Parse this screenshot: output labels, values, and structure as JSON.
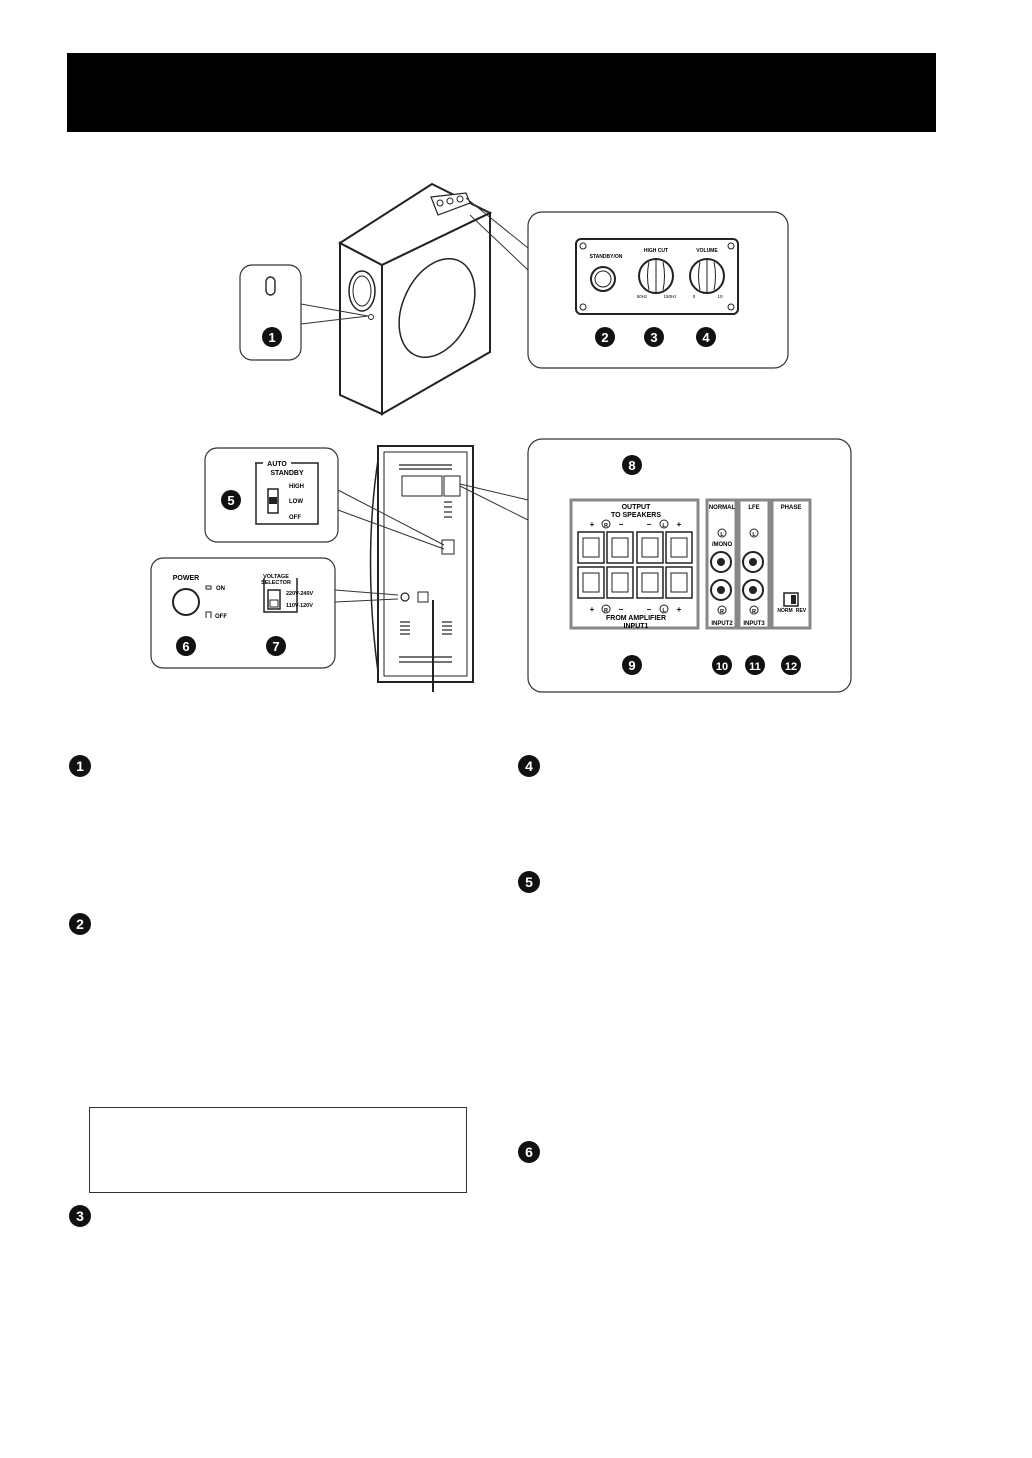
{
  "header": {
    "title": ""
  },
  "callouts": [
    "1",
    "2",
    "3",
    "4",
    "5",
    "6",
    "7",
    "8",
    "9",
    "10",
    "11",
    "12"
  ],
  "top_panel": {
    "standby_on": "STANDBY/ON",
    "high_cut": "HIGH CUT",
    "high_cut_min": "50Hz",
    "high_cut_max": "150Hz",
    "volume": "VOLUME",
    "volume_min": "0",
    "volume_max": "10"
  },
  "auto_standby": {
    "title": "AUTO",
    "subtitle": "STANDBY",
    "high": "HIGH",
    "low": "LOW",
    "off": "OFF"
  },
  "power_panel": {
    "power": "POWER",
    "on": "ON",
    "off": "OFF",
    "voltage_title_1": "VOLTAGE",
    "voltage_title_2": "SELECTOR",
    "v_high": "220V-240V",
    "v_low": "110V-120V"
  },
  "rear_panel": {
    "output": "OUTPUT",
    "to_speakers": "TO SPEAKERS",
    "from_amplifier": "FROM AMPLIFIER",
    "input1": "INPUT1",
    "plus": "+",
    "minus": "−",
    "r": "R",
    "l": "L",
    "normal": "NORMAL",
    "mono": "/MONO",
    "input2": "INPUT2",
    "lfe": "LFE",
    "input3": "INPUT3",
    "phase": "PHASE",
    "norm": "NORM",
    "rev": "REV"
  },
  "sections": {
    "left": [
      "1",
      "2",
      "3"
    ],
    "right": [
      "4",
      "5",
      "6"
    ]
  }
}
